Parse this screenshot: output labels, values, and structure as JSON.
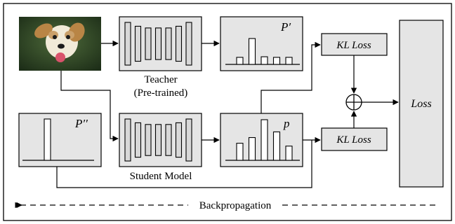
{
  "teacher": {
    "label_line1": "Teacher",
    "label_line2": "(Pre-trained)"
  },
  "student": {
    "label": "Student Model"
  },
  "distributions": {
    "teacher_output": {
      "label": "P′",
      "bars": [
        0.24,
        0.88,
        0.26,
        0.24,
        0.24
      ]
    },
    "student_output": {
      "label": "p",
      "bars": [
        0.42,
        0.56,
        1.0,
        0.7,
        0.35
      ]
    },
    "ground_truth": {
      "label": "P′′",
      "bars": [
        1.0
      ]
    }
  },
  "kl_loss_top": {
    "label": "KL Loss"
  },
  "kl_loss_bottom": {
    "label": "KL Loss"
  },
  "loss": {
    "label": "Loss"
  },
  "backprop": {
    "label": "Backpropagation"
  },
  "colors": {
    "box_fill": "#e5e5e5",
    "stroke": "#000000",
    "layer_fill": "#d8d8d8"
  },
  "icons": {
    "input_image": "dog-photo-icon",
    "sum": "circle-plus-icon"
  }
}
